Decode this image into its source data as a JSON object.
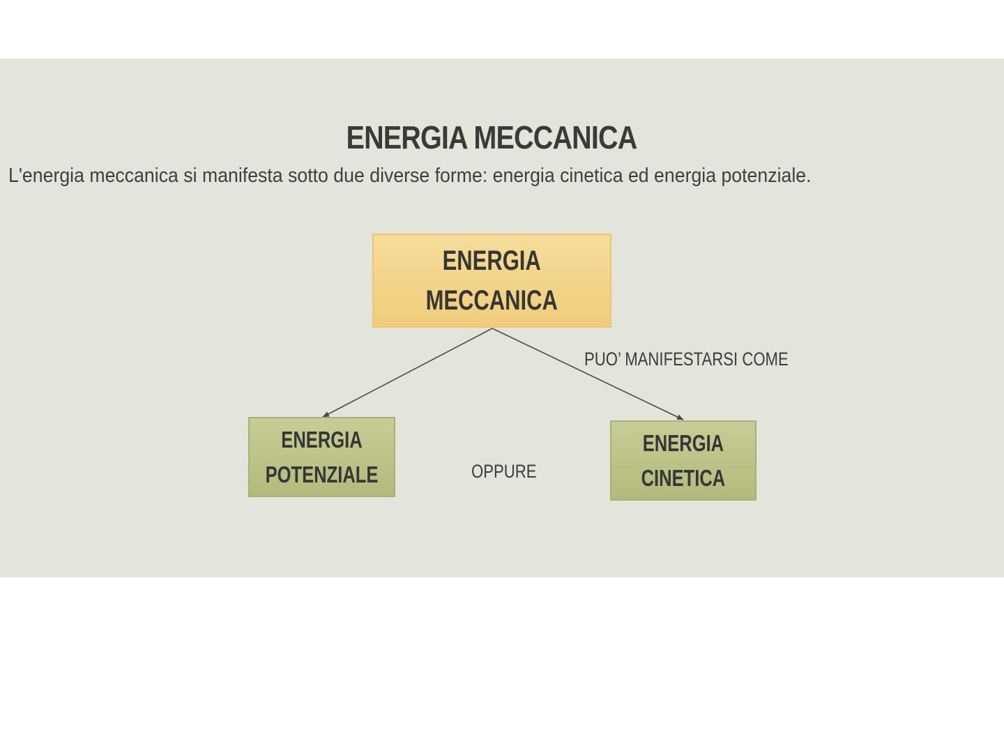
{
  "slide": {
    "title": "ENERGIA MECCANICA",
    "subtitle": "L'energia meccanica si manifesta sotto due diverse forme: energia cinetica ed energia potenziale."
  },
  "diagram": {
    "root": {
      "line1": "ENERGIA",
      "line2": "MECCANICA",
      "color": "#f3d68a"
    },
    "left": {
      "line1": "ENERGIA",
      "line2": "POTENZIALE",
      "color": "#bfc48a"
    },
    "right": {
      "line1": "ENERGIA",
      "line2": "CINETICA",
      "color": "#bfc48a"
    },
    "edge_label": "PUO’ MANIFESTARSI COME",
    "between_label": "OPPURE"
  }
}
